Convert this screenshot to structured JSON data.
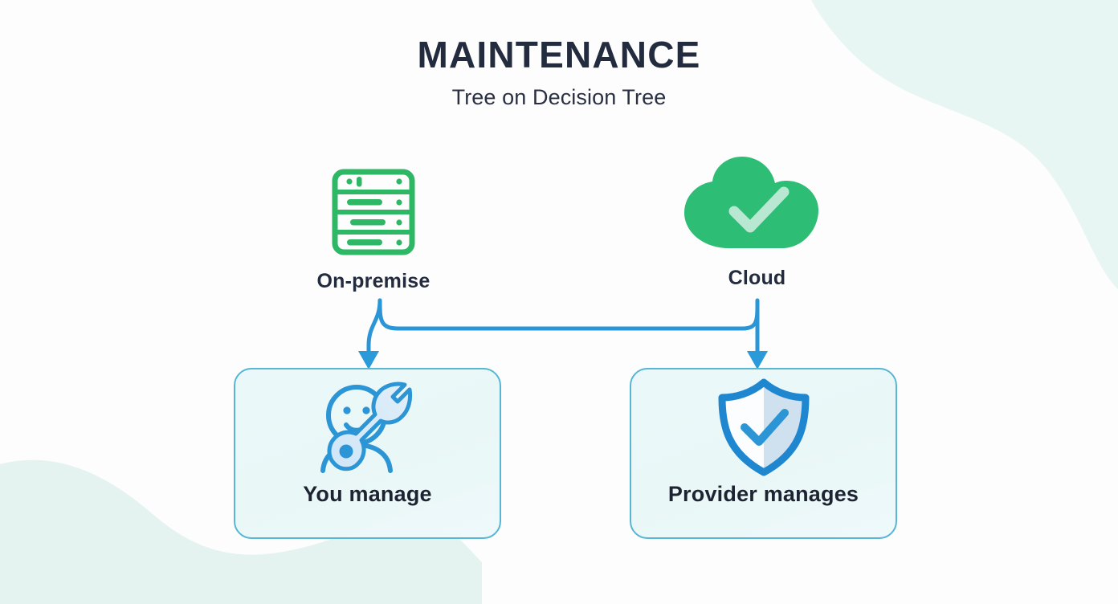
{
  "header": {
    "title": "MAINTENANCE",
    "subtitle": "Tree on Decision Tree"
  },
  "diagram": {
    "type": "decision-tree",
    "nodes": [
      {
        "id": "on-premise",
        "label": "On-premise",
        "icon": "server-rack-icon",
        "icon_color": "#2eb866",
        "level": "top"
      },
      {
        "id": "cloud",
        "label": "Cloud",
        "icon": "cloud-check-icon",
        "icon_color": "#2dbd74",
        "level": "top"
      },
      {
        "id": "you-manage",
        "label": "You manage",
        "icon": "person-wrench-icon",
        "icon_color": "#2b95d6",
        "level": "outcome"
      },
      {
        "id": "provider-manages",
        "label": "Provider manages",
        "icon": "shield-check-icon",
        "icon_color": "#1f86d0",
        "level": "outcome"
      }
    ],
    "edges": [
      {
        "from": "on-premise",
        "to": "you-manage",
        "style": "curved-arrow"
      },
      {
        "from": "on-premise",
        "to": "provider-manages",
        "style": "elbow-arrow"
      },
      {
        "from": "cloud",
        "to": "provider-manages",
        "style": "straight-arrow"
      }
    ]
  },
  "colors": {
    "page_background": "#fdfdfd",
    "blob_mint": "#e6f6f2",
    "title_text": "#232b3e",
    "green_accent": "#2eb866",
    "blue_accent": "#2b95d6",
    "card_border": "#56b6d4",
    "card_fill": "#eaf8fb"
  }
}
